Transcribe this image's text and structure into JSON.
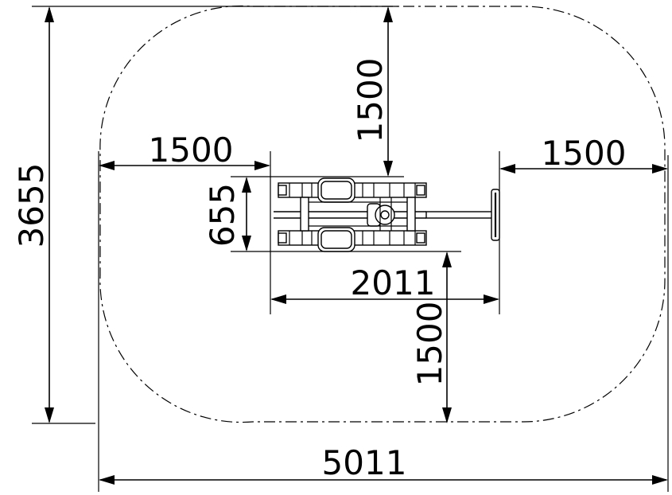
{
  "dimensions": {
    "total_height": "3655",
    "total_width": "5011",
    "equipment_length": "2011",
    "equipment_width": "655",
    "clearance_left": "1500",
    "clearance_right": "1500",
    "clearance_top": "1500",
    "clearance_bottom": "1500"
  }
}
